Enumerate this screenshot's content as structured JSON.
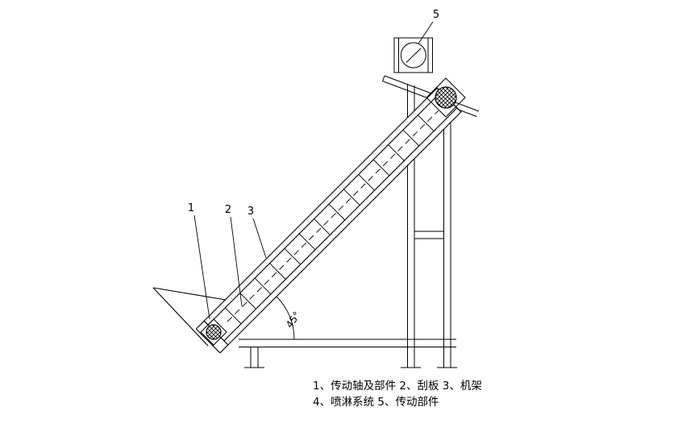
{
  "drawing": {
    "type": "technical-drawing",
    "subject": "inclined scraper conveyor side view",
    "callouts": {
      "n1": "1",
      "n2": "2",
      "n3": "3",
      "n5": "5"
    },
    "angle_label": "45°",
    "legend": {
      "line1": "1、传动轴及部件  2、刮板  3、机架",
      "line2": "4、喷淋系统  5、传动部件"
    },
    "colors": {
      "line": "#000000",
      "background": "#ffffff"
    }
  }
}
